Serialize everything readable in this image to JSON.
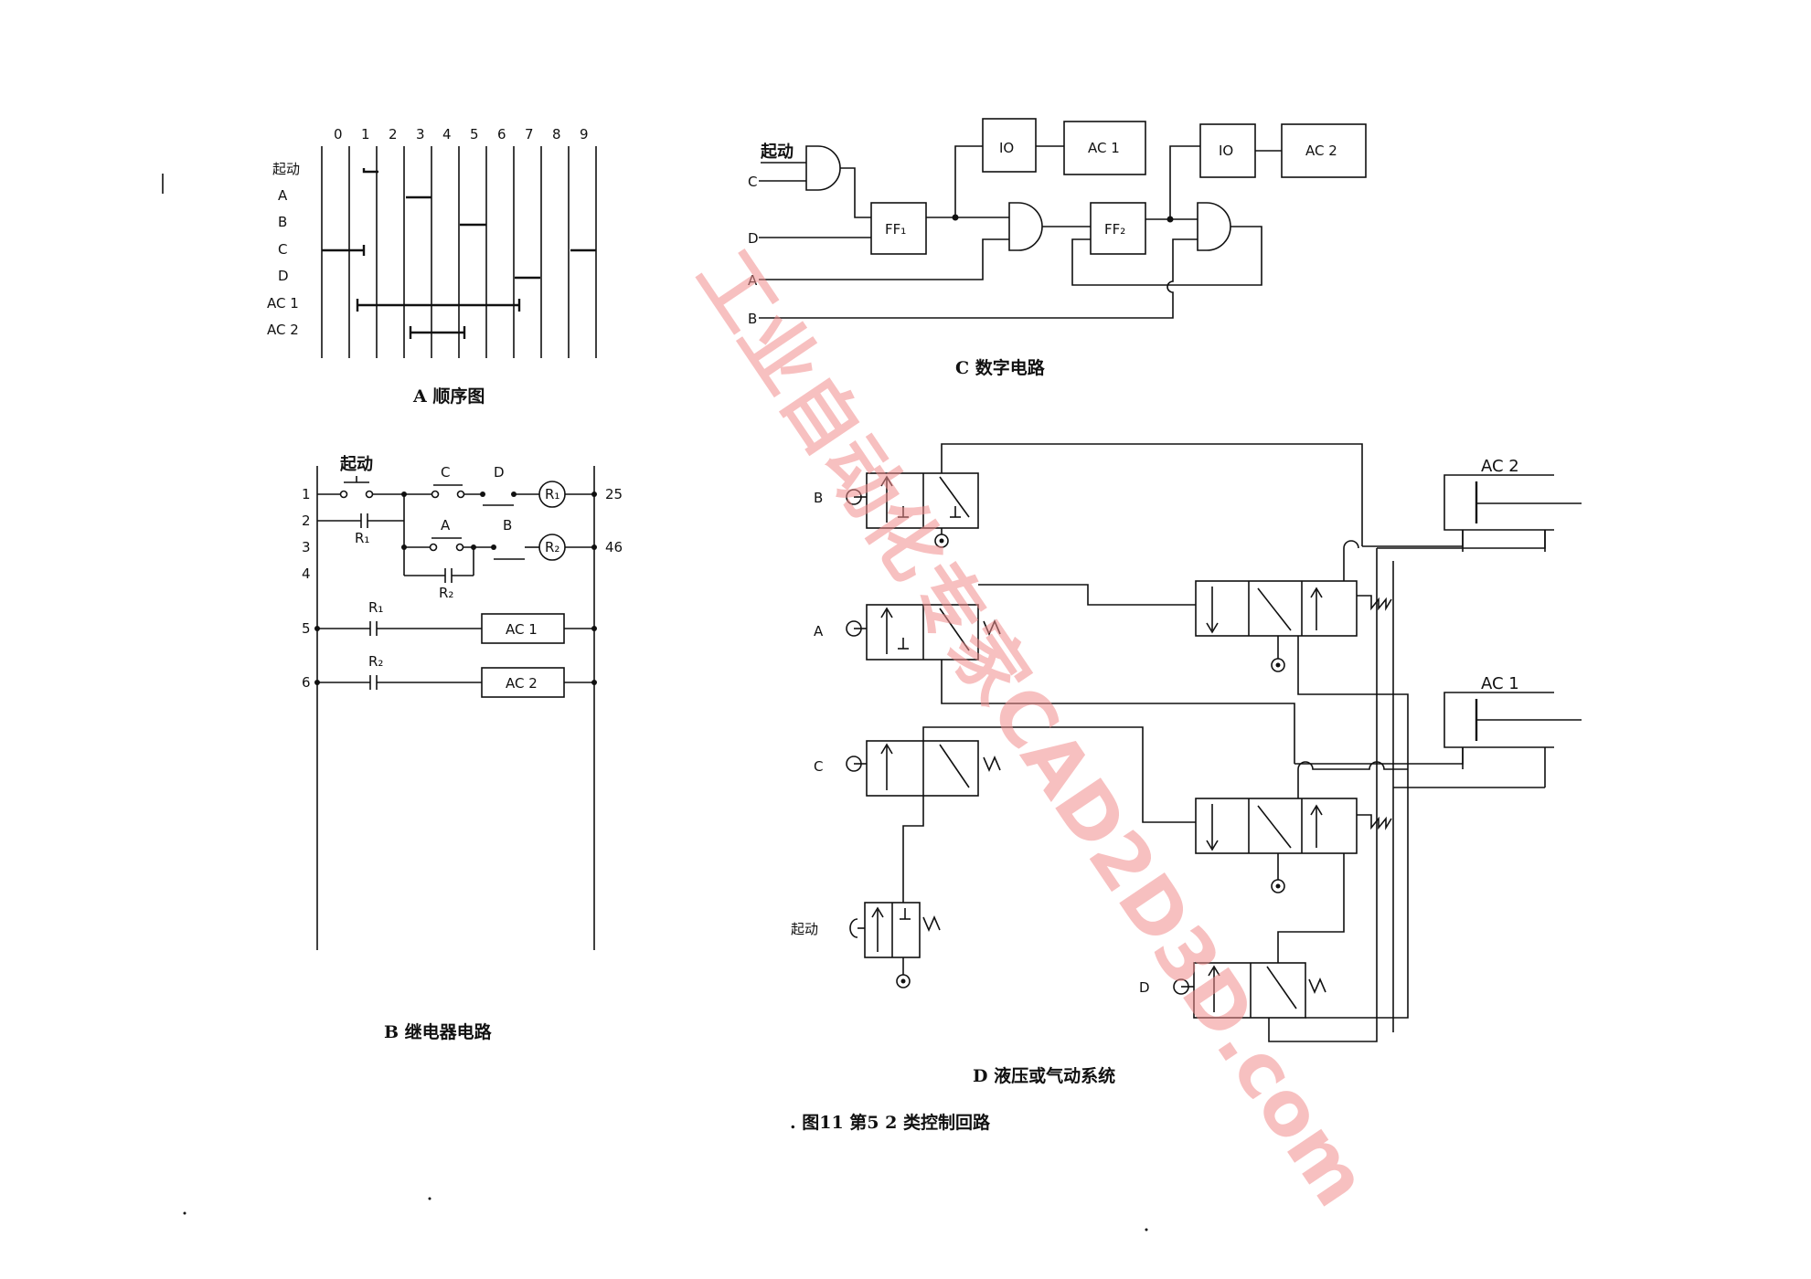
{
  "panel_a": {
    "columns": [
      "0",
      "1",
      "2",
      "3",
      "4",
      "5",
      "6",
      "7",
      "8",
      "9"
    ],
    "rows": [
      "起动",
      "A",
      "B",
      "C",
      "D",
      "AC 1",
      "AC 2"
    ],
    "caption": "A  顺序图"
  },
  "panel_b": {
    "rung_numbers": [
      "1",
      "2",
      "3",
      "4",
      "5",
      "6"
    ],
    "start_label": "起动",
    "contact_c": "C",
    "contact_d": "D",
    "contact_a": "A",
    "contact_b": "B",
    "coil_r1": "R₁",
    "coil_r2": "R₂",
    "contact_r1": "R₁",
    "contact_r1b": "R₁",
    "contact_r2": "R₂",
    "contact_r2b": "R₂",
    "coil_ac1": "AC 1",
    "coil_ac2": "AC 2",
    "ref_25": "25",
    "ref_46": "46",
    "caption": "B  继电器电路"
  },
  "panel_c": {
    "inputs": [
      "起动",
      "C",
      "D",
      "A",
      "B"
    ],
    "io1": "IO",
    "io2": "IO",
    "ac1": "AC 1",
    "ac2": "AC 2",
    "ff1": "FF₁",
    "ff2": "FF₂",
    "caption": "C 数字电路"
  },
  "panel_d": {
    "valve_b": "B",
    "valve_a": "A",
    "valve_c": "C",
    "valve_start": "起动",
    "valve_d": "D",
    "cyl_ac2": "AC 2",
    "cyl_ac1": "AC 1",
    "caption": "D  液压或气动系统"
  },
  "figure_caption": ". 图11    第5    2 类控制回路",
  "watermark": "工业自动化专家CAD2D3D.com",
  "watermark_color": "#f28e8e"
}
